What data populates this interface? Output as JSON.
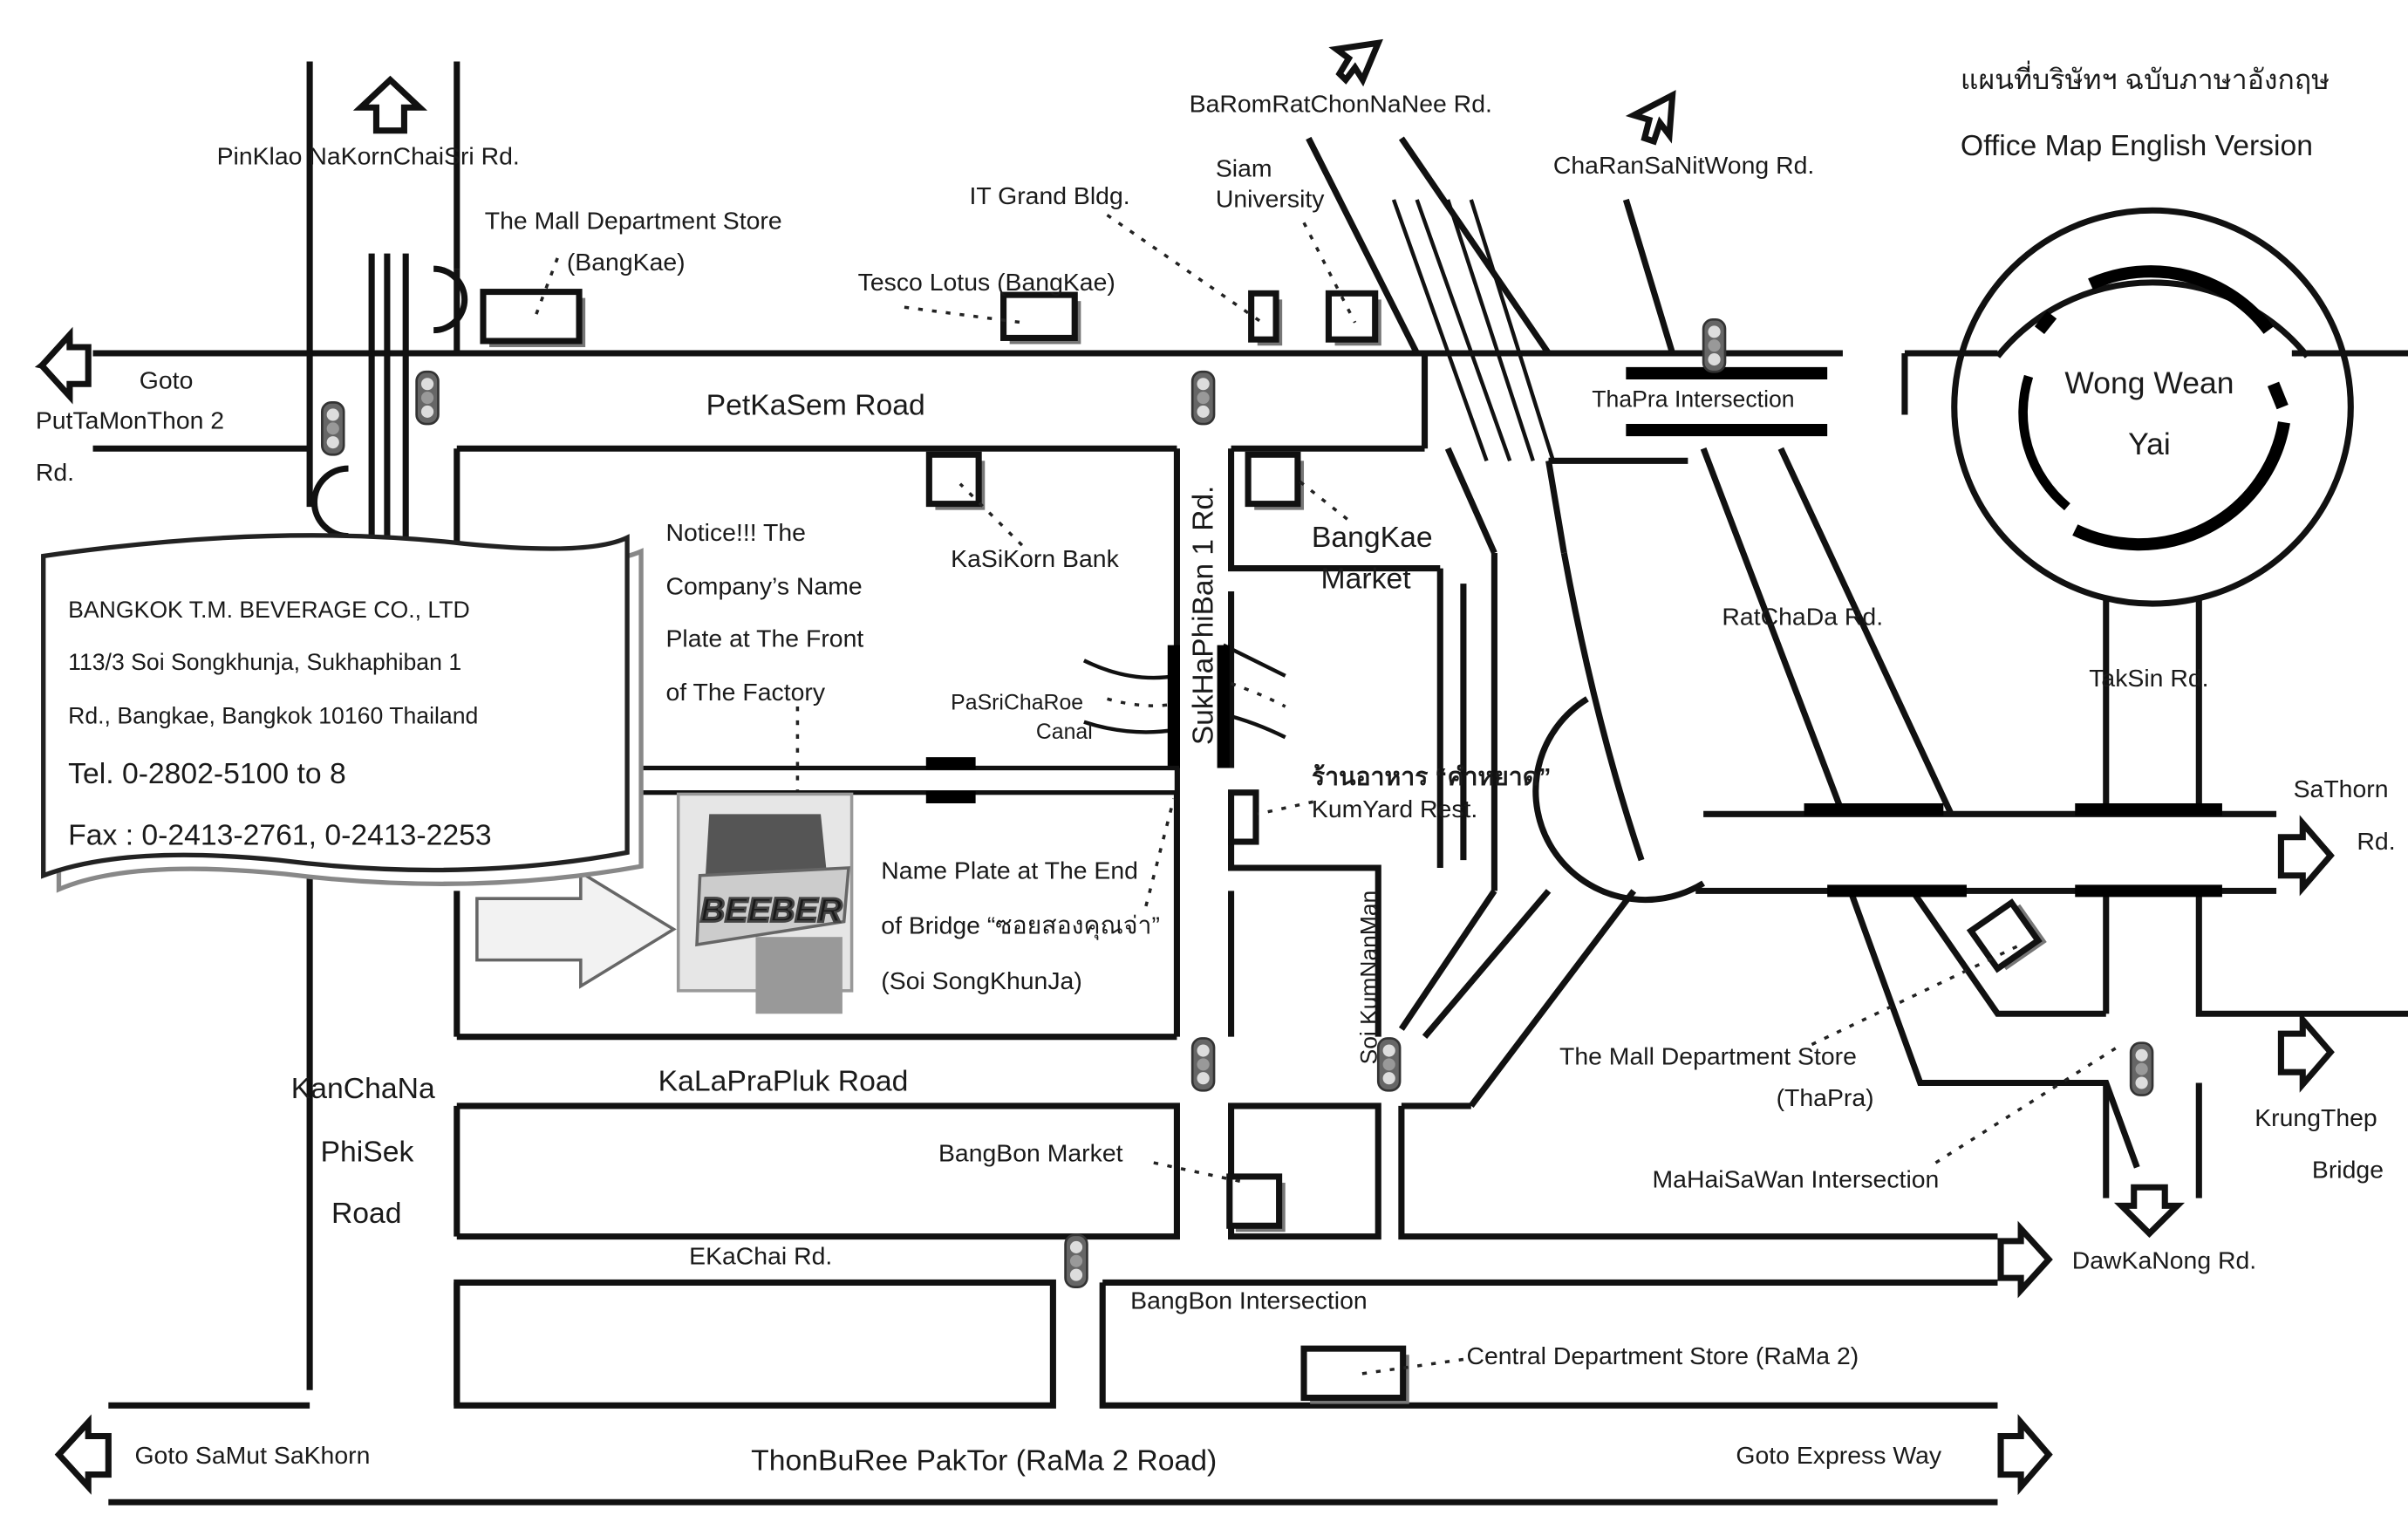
{
  "map": {
    "title_thai": "แผนที่บริษัทฯ ฉบับภาษาอังกฤษ",
    "title_en": "Office Map English Version"
  },
  "company": {
    "name": "BANGKOK T.M. BEVERAGE CO., LTD",
    "address_line1": "113/3 Soi Songkhunja, Sukhaphiban 1",
    "address_line2": "Rd., Bangkae, Bangkok 10160 Thailand",
    "tel": "Tel. 0-2802-5100 to  8",
    "fax": "Fax : 0-2413-2761, 0-2413-2253"
  },
  "notice": {
    "line1": "Notice!!! The",
    "line2": "Company’s Name",
    "line3": "Plate at The Front",
    "line4": "of The Factory"
  },
  "nameplate": {
    "line1": "Name Plate at The End",
    "line2": "of Bridge “ซอยสองคุณจ่า”",
    "line3": "(Soi SongKhunJa)"
  },
  "logo": {
    "text": "BEEBER"
  },
  "roads": {
    "pinklao": "PinKlao NaKornChaiSri Rd.",
    "baromrat": "BaRomRatChonNaNee Rd.",
    "charansanit": "ChaRanSaNitWong Rd.",
    "petkasem": "PetKaSem Road",
    "goto_putta_1": "Goto",
    "goto_putta_2": "PutTaMonThon 2",
    "goto_putta_3": "Rd.",
    "sukhaphiban": "SukHaPhiBan 1 Rd.",
    "kalapra": "KaLaPraPluk Road",
    "kanchana_1": "KanChaNa",
    "kanchana_2": "PhiSek",
    "kanchana_3": "Road",
    "ekachai": "EKaChai Rd.",
    "thonburee": "ThonBuRee PakTor  (RaMa 2 Road)",
    "samut": "Goto SaMut SaKhorn",
    "express": "Goto Express Way",
    "ratchada": "RatChaDa Rd.",
    "taksin": "TakSin Rd.",
    "sathorn_1": "SaThorn",
    "sathorn_2": "Rd.",
    "krungthep_1": "KrungThep",
    "krungthep_2": "Bridge",
    "dawkanong": "DawKaNong Rd.",
    "soi_kumnanman": "Soi KumNanMan",
    "canal_1": "PaSriChaRoe",
    "canal_2": "Canal"
  },
  "places": {
    "mall_bangkae_1": "The Mall Department Store",
    "mall_bangkae_2": "(BangKae)",
    "it_grand": "IT Grand Bldg.",
    "siam_uni_1": "Siam",
    "siam_uni_2": "University",
    "tesco": "Tesco Lotus (BangKae)",
    "kasikorn": "KaSiKorn Bank",
    "bangkae_market_1": "BangKae",
    "bangkae_market_2": "Market",
    "thapra_intersection": "ThaPra Intersection",
    "wong_wean_1": "Wong Wean",
    "wong_wean_2": "Yai",
    "kumyard_thai": "ร้านอาหาร “คำหยาด”",
    "kumyard_en": "KumYard Rest.",
    "mall_thapra_1": "The Mall Department Store",
    "mall_thapra_2": "(ThaPra)",
    "mahaisawan": "MaHaiSaWan Intersection",
    "bangbon_market": "BangBon Market",
    "bangbon_intersection": "BangBon Intersection",
    "central": "Central Department Store (RaMa 2)"
  }
}
